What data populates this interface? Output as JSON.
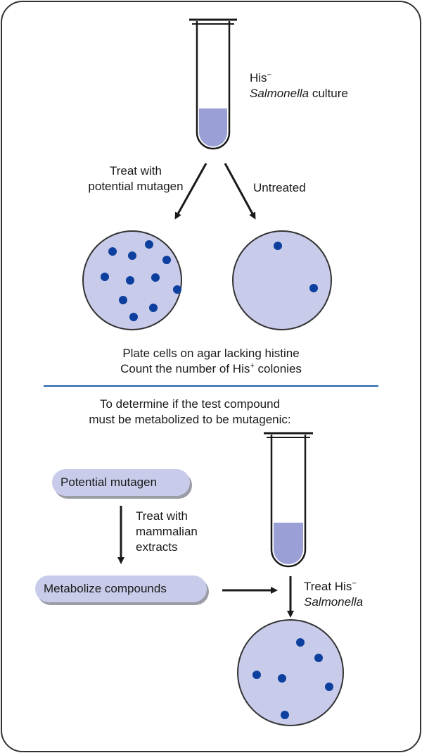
{
  "top": {
    "culture_label_line1": "His",
    "culture_label_sup": "−",
    "culture_label_line2_italic": "Salmonella",
    "culture_label_line2_rest": " culture",
    "treat_label_line1": "Treat with",
    "treat_label_line2": "potential mutagen",
    "untreated_label": "Untreated",
    "plate_caption_line1": "Plate cells on agar lacking histine",
    "plate_caption_line2_pre": "Count the number of His",
    "plate_caption_line2_sup": "+",
    "plate_caption_line2_post": " colonies"
  },
  "bottom": {
    "question_line1": "To determine if the test compound",
    "question_line2": "must be metabolized to be mutagenic:",
    "potential_mutagen_box": "Potential mutagen",
    "extract_label_line1": "Treat with",
    "extract_label_line2": "mammalian",
    "extract_label_line3": "extracts",
    "metabolize_box": "Metabolize compounds",
    "treat_his_pre": "Treat His",
    "treat_his_sup": "−",
    "treat_his_italic": "Salmonella"
  },
  "colors": {
    "border": "#333333",
    "agar": "#c8ccea",
    "colony": "#0d3f9e",
    "culture_fill": "#9aa0d6",
    "divider": "#1f5fa6",
    "pill_shadow": "#9a9ca6"
  },
  "colony_counts": {
    "treated_plate": 11,
    "untreated_plate": 2,
    "metabolized_plate": 6
  }
}
